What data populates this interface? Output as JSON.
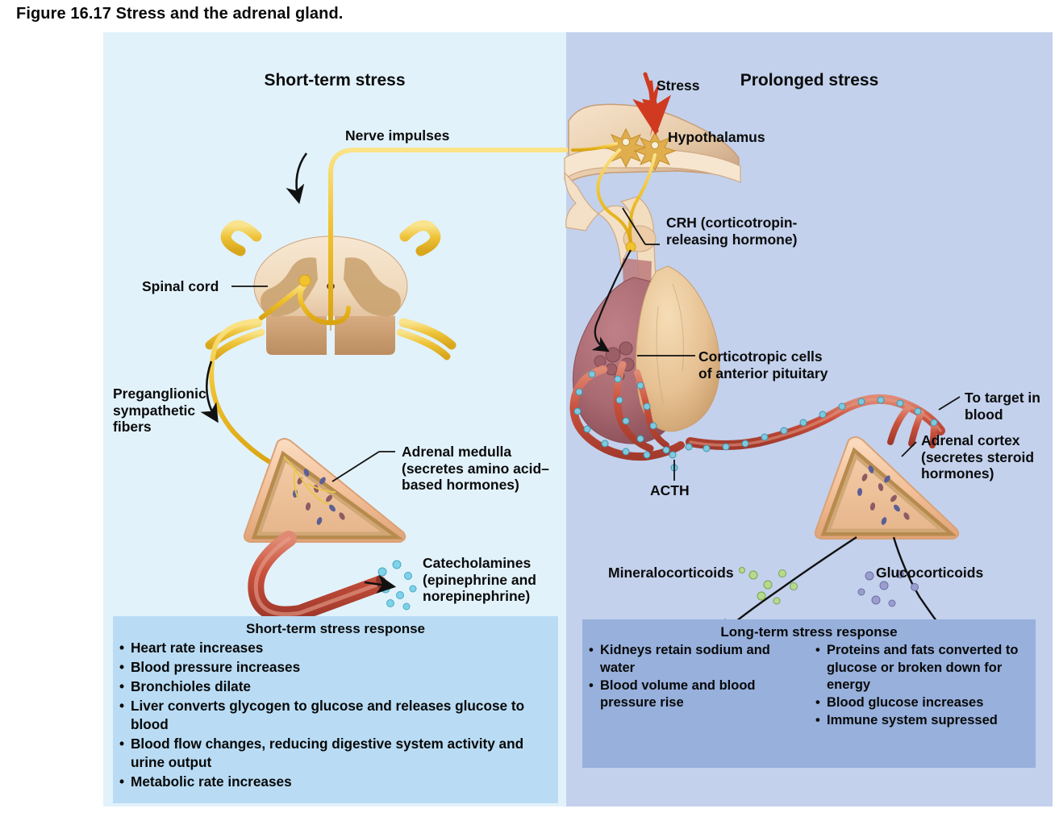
{
  "figure": {
    "caption": "Figure 16.17  Stress and the adrenal gland."
  },
  "panels": {
    "left": {
      "title": "Short-term stress",
      "bg_color": "#e2f2fb",
      "labels": {
        "nerve_impulses": "Nerve impulses",
        "spinal_cord": "Spinal cord",
        "preganglionic_fibers": "Preganglionic\nsympathetic\nfibers",
        "adrenal_medulla": "Adrenal medulla\n(secretes amino acid–\nbased hormones)",
        "catecholamines": "Catecholamines\n(epinephrine and\nnorepinephrine)"
      },
      "response_box": {
        "bg_color": "#b9dcf4",
        "title": "Short-term stress response",
        "items": [
          "Heart rate increases",
          "Blood pressure increases",
          "Bronchioles dilate",
          "Liver converts glycogen to glucose and releases glucose to blood",
          "Blood flow changes, reducing digestive system activity and urine output",
          "Metabolic rate increases"
        ]
      }
    },
    "right": {
      "title": "Prolonged stress",
      "bg_color": "#c3d1ec",
      "labels": {
        "stress": "Stress",
        "hypothalamus": "Hypothalamus",
        "crh": "CRH (corticotropin-\nreleasing hormone)",
        "corticotropic_cells": "Corticotropic cells\nof anterior pituitary",
        "to_target_in_blood": "To target in blood",
        "acth": "ACTH",
        "adrenal_cortex": "Adrenal cortex\n(secretes steroid\nhormones)",
        "mineralocorticoids": "Mineralocorticoids",
        "glucocorticoids": "Glucocorticoids"
      },
      "response_box": {
        "bg_color": "#97b0dc",
        "title": "Long-term stress response",
        "left_items": [
          "Kidneys retain sodium and water",
          "Blood volume and blood pressure rise"
        ],
        "right_items": [
          "Proteins and fats converted to glucose or broken down for energy",
          "Blood glucose increases",
          "Immune system supressed"
        ]
      }
    }
  },
  "colors": {
    "nerve_yellow": "#f2cb3a",
    "nerve_yellow_dark": "#d9a822",
    "blood_vessel_red": "#c8503f",
    "blood_vessel_red_light": "#d9705c",
    "pituitary_posterior": "#e8c79a",
    "pituitary_anterior": "#a6666b",
    "adrenal_outer": "#f3c39c",
    "adrenal_cortex_band": "#b78b4e",
    "brain_tissue": "#f0dcc0",
    "brain_tissue_shadow": "#c9a183",
    "stress_bolt_red": "#cf3a20",
    "catecholamine_dot": "#7fd2e8",
    "mineralocorticoid_dot": "#a8cc7a",
    "glucocorticoid_dot": "#8a8fc4",
    "leader_line": "#111111"
  }
}
